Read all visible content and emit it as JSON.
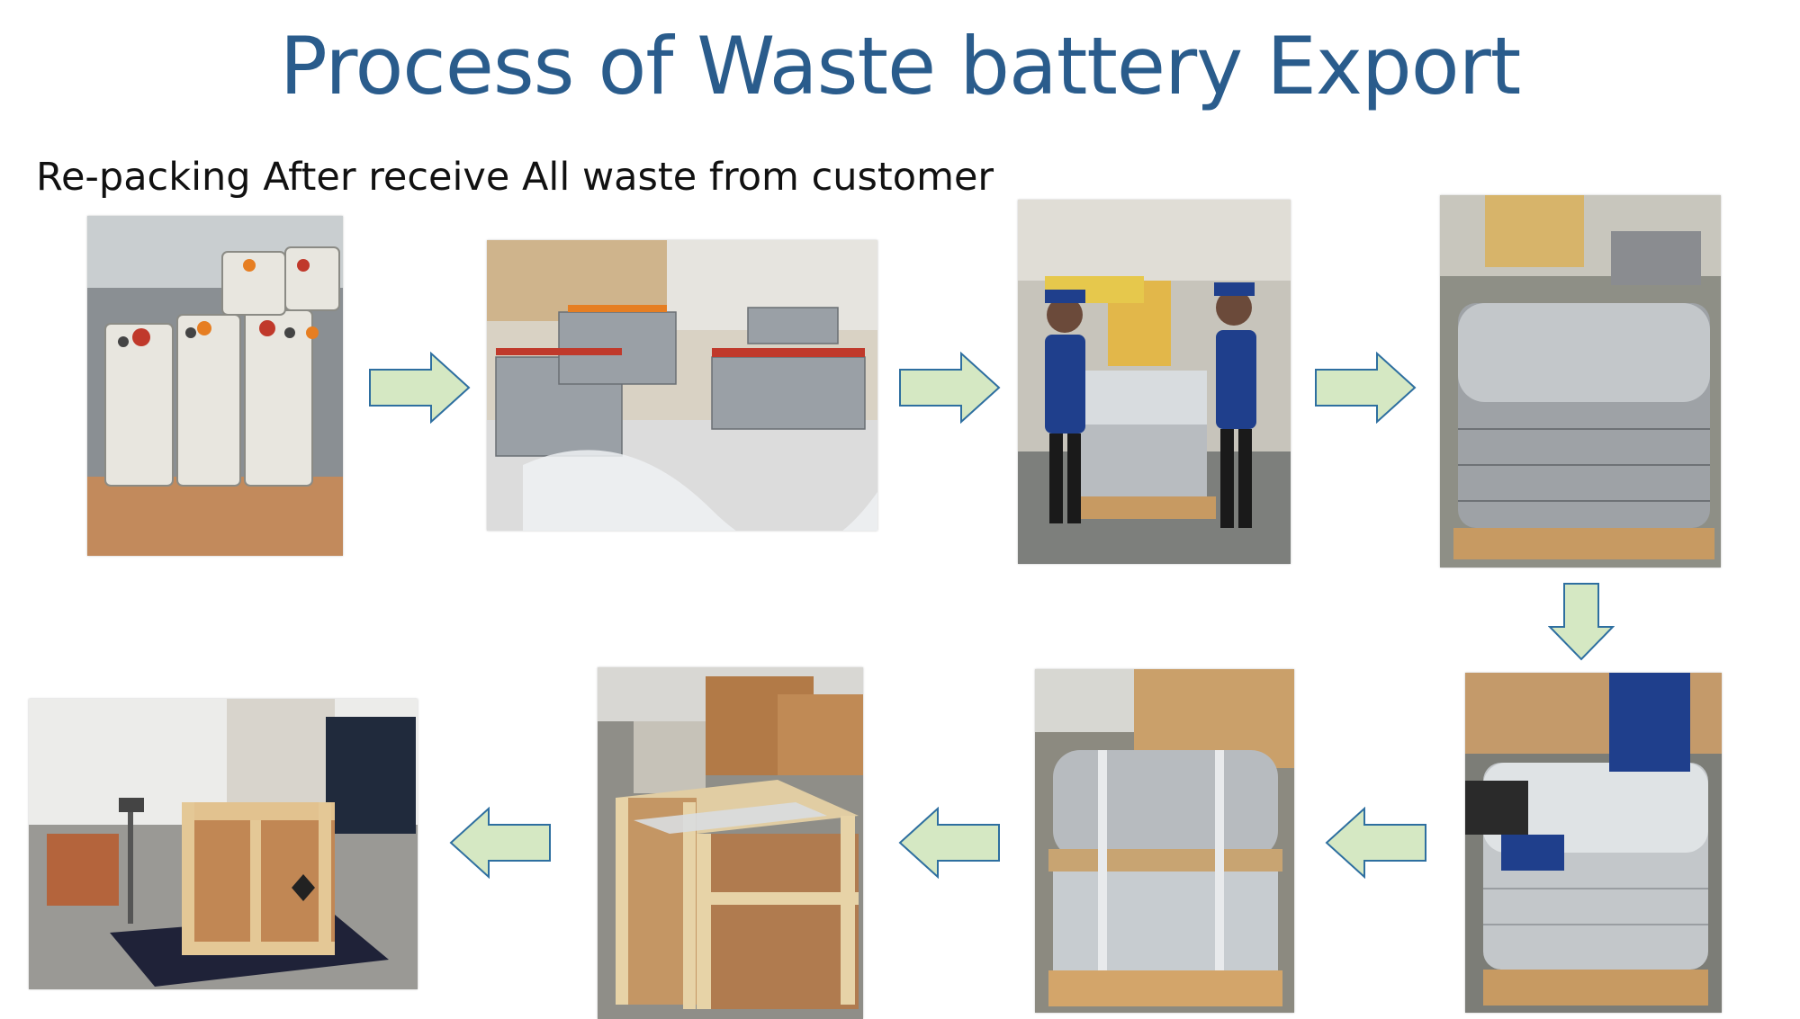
{
  "slide": {
    "title": "Process of Waste battery Export",
    "subtitle": "Re-packing After receive All waste from customer"
  },
  "colors": {
    "title": "#2a5c8c",
    "arrow_fill": "#d5e8c3",
    "arrow_stroke": "#2e6fa0"
  },
  "steps": [
    {
      "order": 1,
      "depicts": "used batteries on wooden pallet"
    },
    {
      "order": 2,
      "depicts": "battery rows on pallets in warehouse"
    },
    {
      "order": 3,
      "depicts": "workers stretch-wrapping pallet"
    },
    {
      "order": 4,
      "depicts": "fully wrapped battery pallet"
    },
    {
      "order": 5,
      "depicts": "strapping wrapped pallet"
    },
    {
      "order": 6,
      "depicts": "strapped pallet with board"
    },
    {
      "order": 7,
      "depicts": "wooden crate being built"
    },
    {
      "order": 8,
      "depicts": "closed crate on weighing scale"
    }
  ]
}
